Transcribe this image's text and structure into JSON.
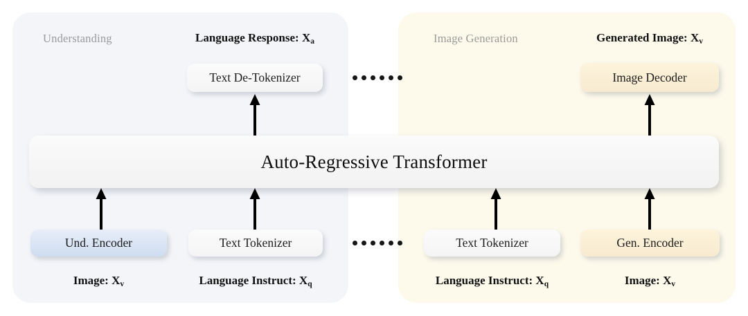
{
  "diagram": {
    "title": "Auto-Regressive Transformer unified understanding and generation architecture",
    "core_module": "Auto-Regressive Transformer",
    "sections": {
      "understanding": {
        "caption": "Understanding",
        "panel_color": "#f3f5f9",
        "output_label": "Language Response: X",
        "output_subscript": "a",
        "output_module": "Text De-Tokenizer",
        "inputs": [
          {
            "module": "Und. Encoder",
            "module_color": "#cfdcf0",
            "label": "Image: X",
            "subscript": "v"
          },
          {
            "module": "Text Tokenizer",
            "module_color": "#f4f4f5",
            "label": "Language Instruct: X",
            "subscript": "q"
          }
        ]
      },
      "generation": {
        "caption": "Image Generation",
        "panel_color": "#fdfaec",
        "output_label": "Generated Image: X",
        "output_subscript": "v",
        "output_module": "Image Decoder",
        "inputs": [
          {
            "module": "Text Tokenizer",
            "module_color": "#f4f4f5",
            "label": "Language Instruct: X",
            "subscript": "q"
          },
          {
            "module": "Gen. Encoder",
            "module_color": "#f7ead0",
            "label": "Image: X",
            "subscript": "v"
          }
        ]
      }
    },
    "separators": {
      "top_ellipsis_dots": 6,
      "bottom_ellipsis_dots": 6
    },
    "arrow_color": "#000000"
  }
}
